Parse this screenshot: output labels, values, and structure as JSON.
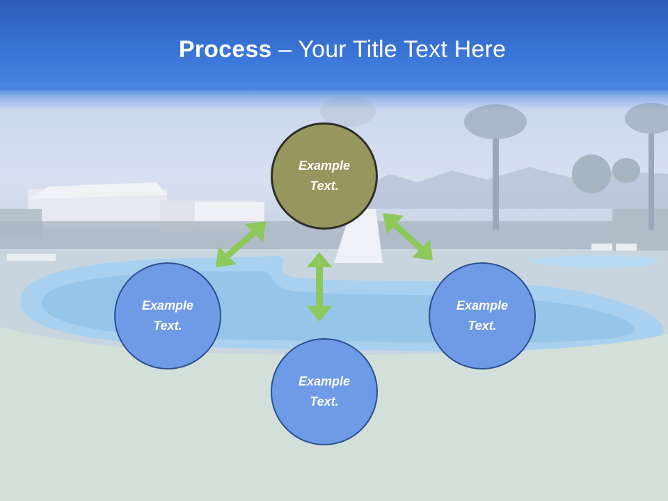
{
  "title": {
    "bold": "Process",
    "rest": " – Your Title Text Here"
  },
  "diagram": {
    "center_top": {
      "line1": "Example",
      "line2": "Text."
    },
    "left": {
      "line1": "Example",
      "line2": "Text."
    },
    "right": {
      "line1": "Example",
      "line2": "Text."
    },
    "bottom": {
      "line1": "Example",
      "line2": "Text."
    }
  },
  "colors": {
    "header": "#3a75d8",
    "top_node": "#97965f",
    "side_nodes": "#6e9ae6",
    "arrows": "#8cc85a"
  }
}
